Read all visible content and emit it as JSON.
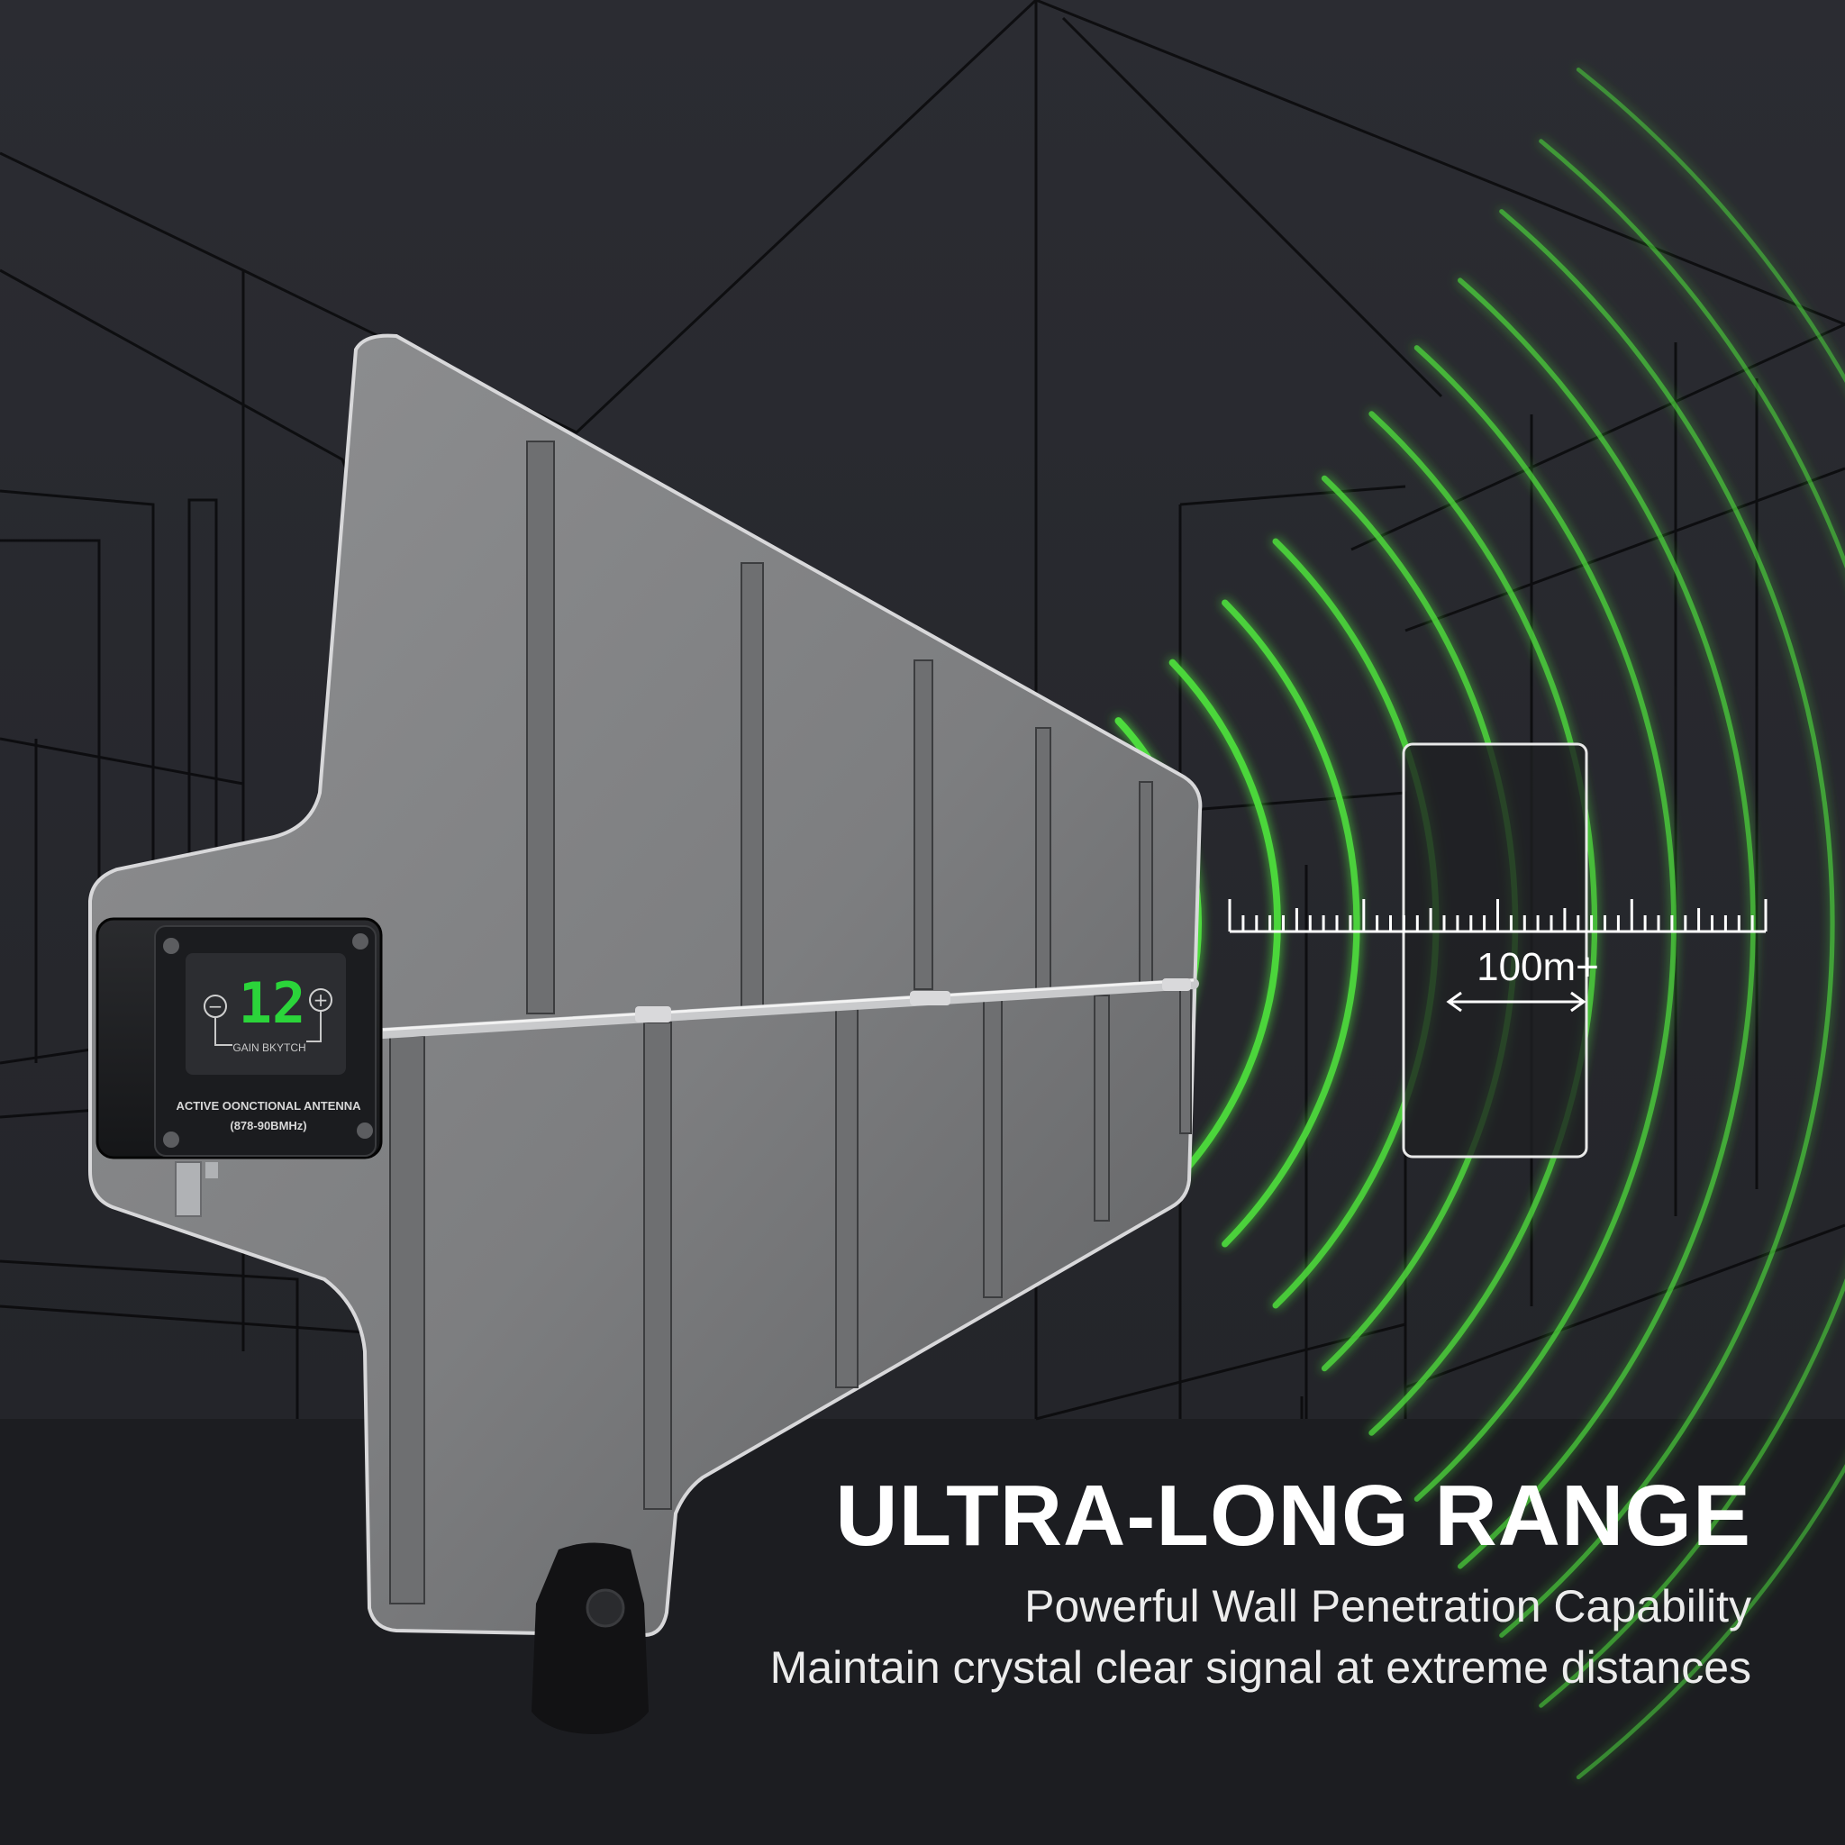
{
  "colors": {
    "background": "#27282d",
    "signal_wave": "#4ddb3c",
    "panel": "#8a8b8d",
    "digit_display": "#2bd43a"
  },
  "antenna": {
    "display_value": "12",
    "minus_symbol": "−",
    "plus_symbol": "+",
    "switch_label": "GAIN BKYTCH",
    "product_label": "ACTIVE OONCTIONAL ANTENNA",
    "frequency_label": "(878-90BMHz)"
  },
  "range_indicator": {
    "label": "100m+"
  },
  "headline": "ULTRA-LONG RANGE",
  "subtitle_lines": [
    "Powerful Wall Penetration Capability",
    "Maintain crystal clear signal at extreme distances"
  ]
}
